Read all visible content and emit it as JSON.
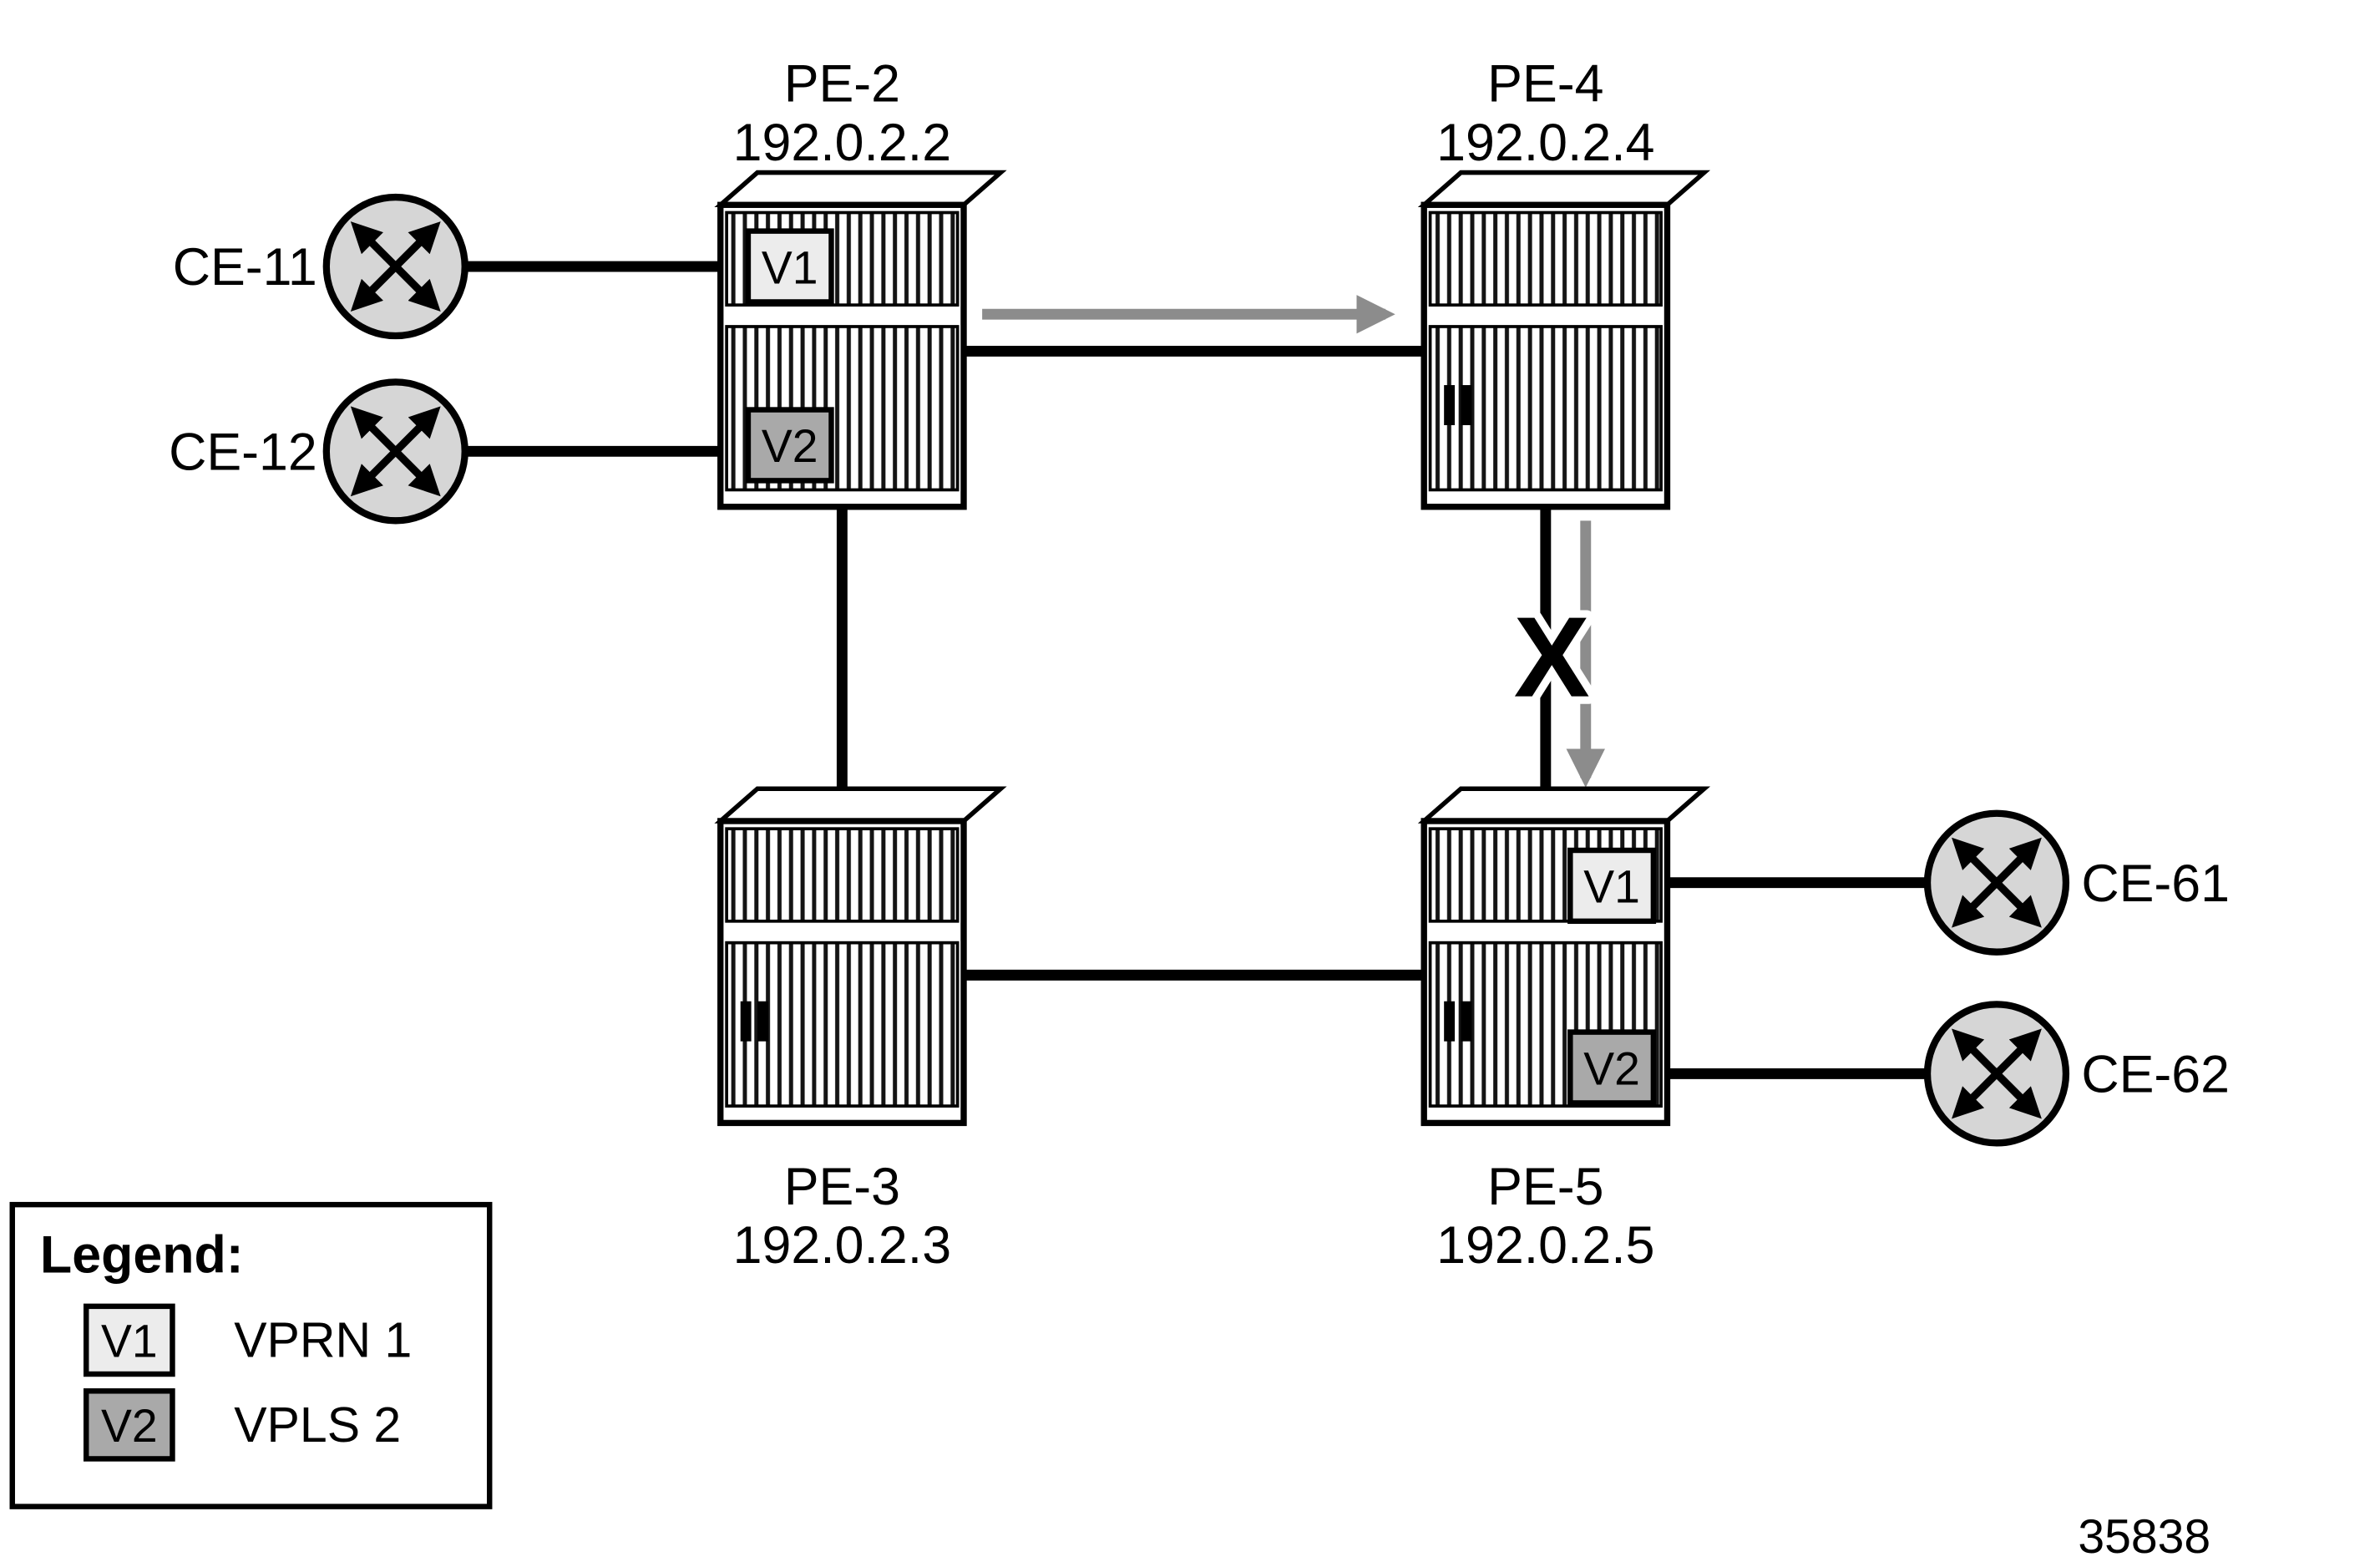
{
  "figure_number": "35838",
  "failure_marker": "X",
  "colors": {
    "link": "#000000",
    "traffic_arrow": "#8c8c8c",
    "failure_x": "#c42127",
    "node_fill": "#d6d6d6",
    "badge_v1_fill": "#ececec",
    "badge_v2_fill": "#a9a9a9"
  },
  "pe_nodes": [
    {
      "name": "PE-2",
      "ip": "192.0.2.2",
      "badges": [
        "V1",
        "V2"
      ]
    },
    {
      "name": "PE-4",
      "ip": "192.0.2.4",
      "badges": []
    },
    {
      "name": "PE-3",
      "ip": "192.0.2.3",
      "badges": []
    },
    {
      "name": "PE-5",
      "ip": "192.0.2.5",
      "badges": [
        "V1",
        "V2"
      ]
    }
  ],
  "ce_nodes": [
    {
      "name": "CE-11"
    },
    {
      "name": "CE-12"
    },
    {
      "name": "CE-61"
    },
    {
      "name": "CE-62"
    }
  ],
  "legend": {
    "title": "Legend:",
    "items": [
      {
        "badge": "V1",
        "label": "VPRN 1"
      },
      {
        "badge": "V2",
        "label": "VPLS 2"
      }
    ]
  }
}
